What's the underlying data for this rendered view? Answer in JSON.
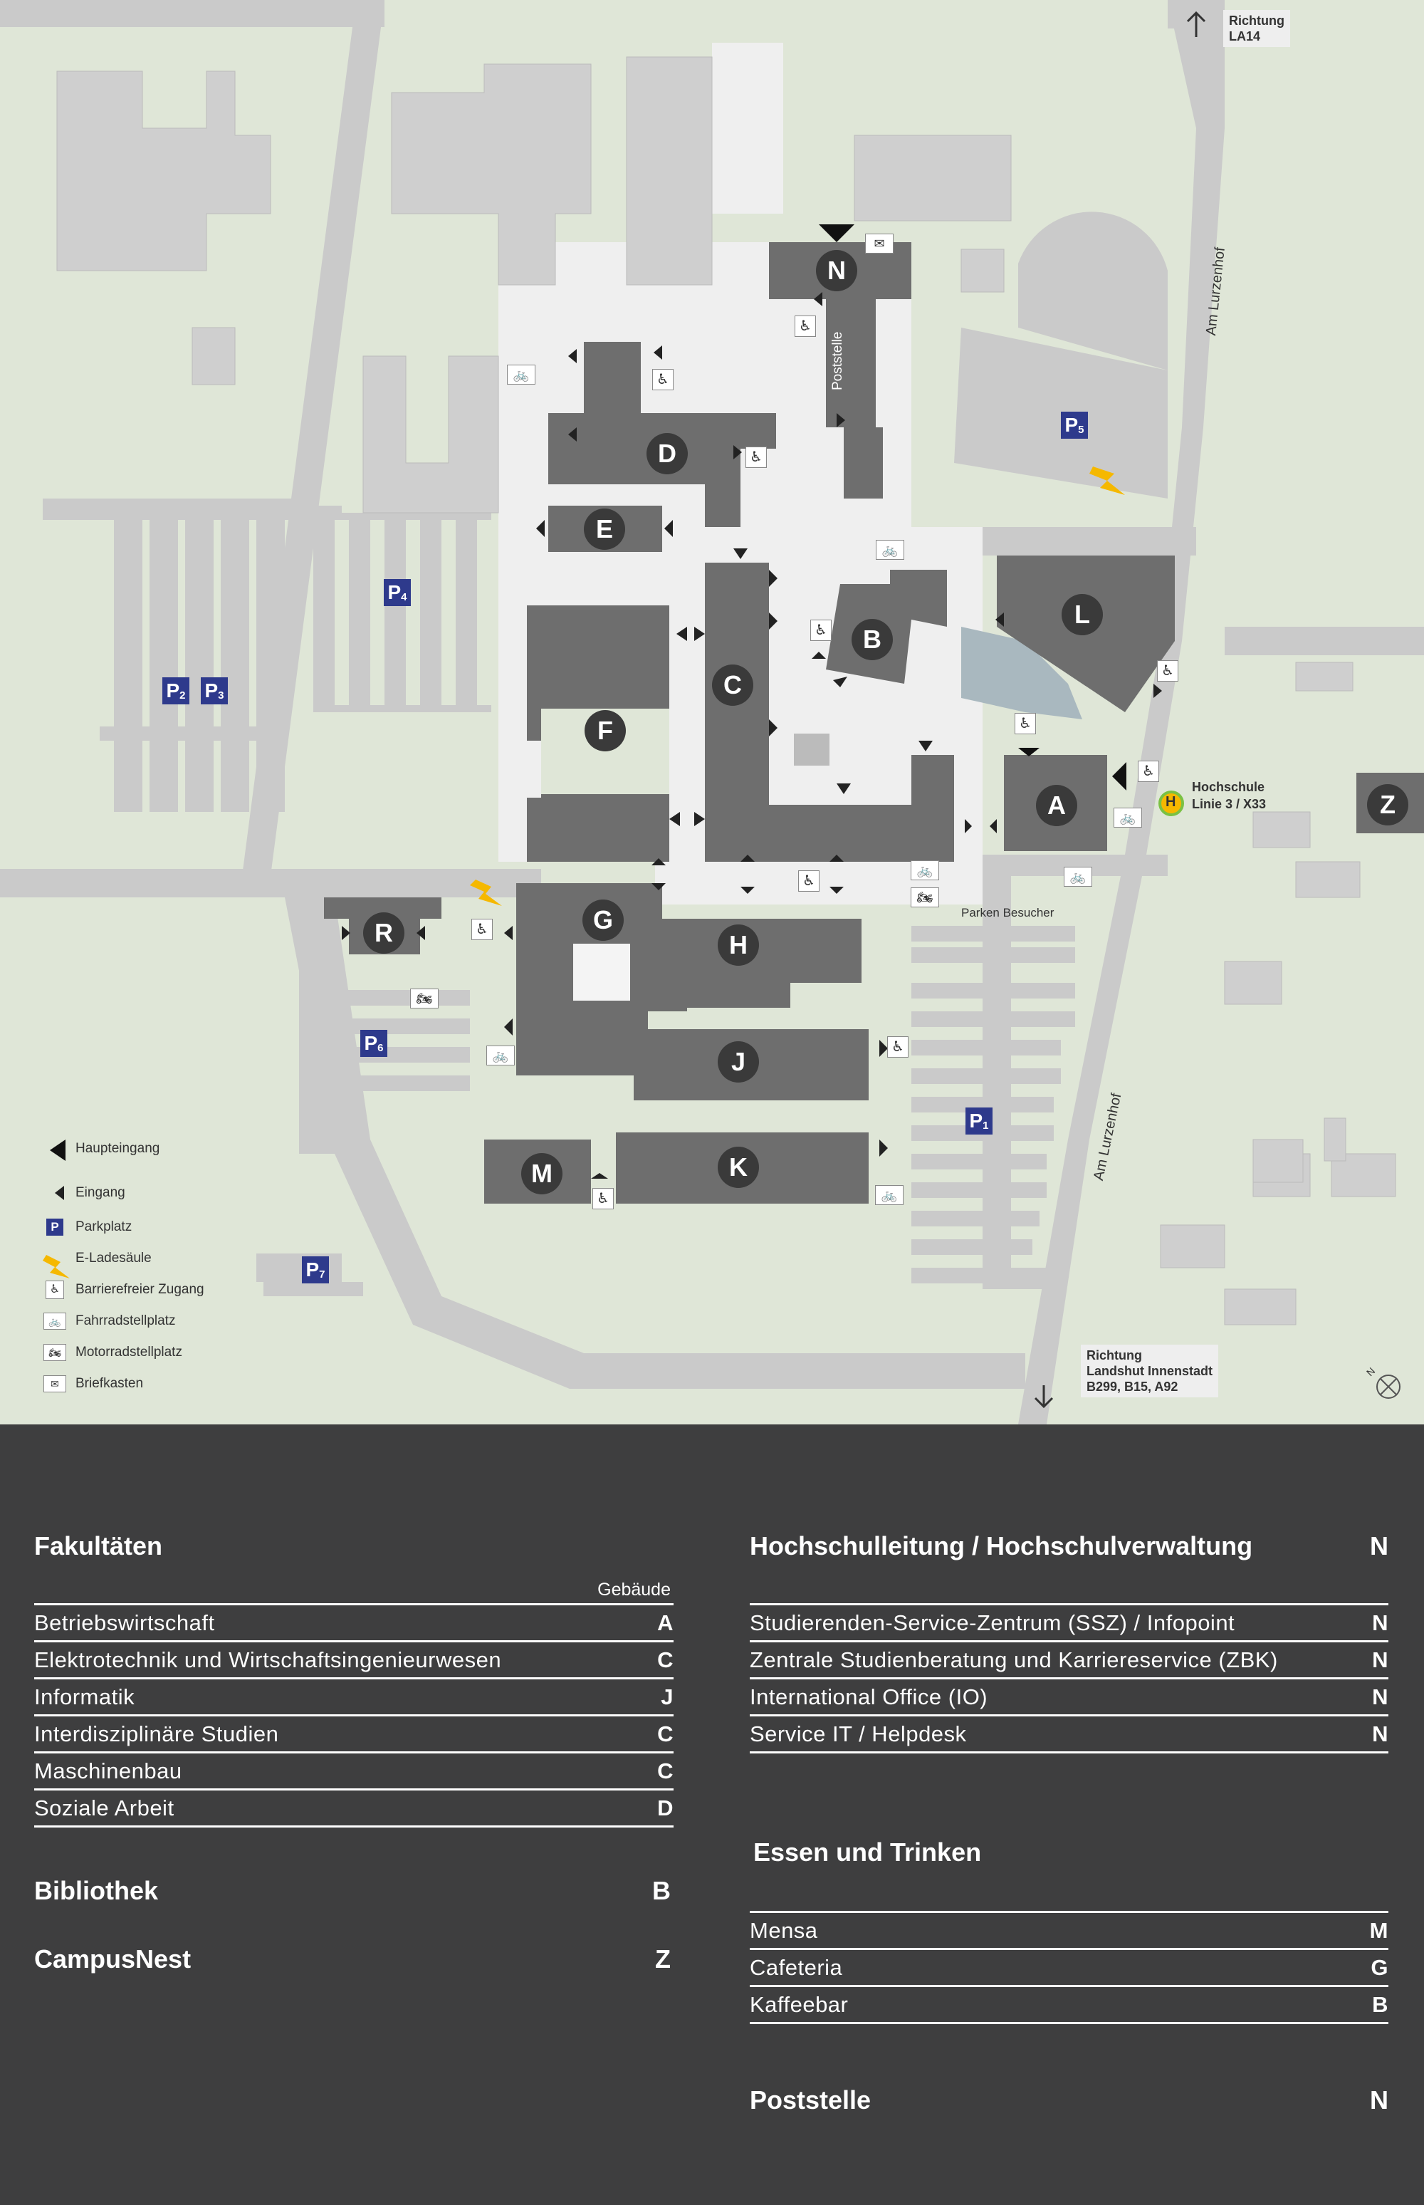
{
  "map": {
    "buildings": [
      "A",
      "B",
      "C",
      "D",
      "E",
      "F",
      "G",
      "H",
      "J",
      "K",
      "L",
      "M",
      "N",
      "R",
      "Z"
    ],
    "street_label_top": "Am Lurzenhof",
    "street_label_bottom": "Am Lurzenhof",
    "poststelle_label": "Poststelle",
    "parking": [
      {
        "letter": "P",
        "num": "1"
      },
      {
        "letter": "P",
        "num": "2"
      },
      {
        "letter": "P",
        "num": "3"
      },
      {
        "letter": "P",
        "num": "4"
      },
      {
        "letter": "P",
        "num": "5"
      },
      {
        "letter": "P",
        "num": "6"
      },
      {
        "letter": "P",
        "num": "7"
      }
    ],
    "visitor_parking": "Parken Besucher",
    "direction_north": {
      "line1": "Richtung",
      "line2": "LA14"
    },
    "direction_south": {
      "line1": "Richtung",
      "line2": "Landshut Innenstadt",
      "line3": "B299, B15, A92"
    },
    "bus_stop": {
      "symbol": "H",
      "line1": "Hochschule",
      "line2": "Linie 3 / X33"
    },
    "north_symbol": "N",
    "legend": [
      {
        "icon": "main-entrance-icon",
        "label": "Haupteingang"
      },
      {
        "icon": "entrance-icon",
        "label": "Eingang"
      },
      {
        "icon": "parking-icon",
        "label": "Parkplatz",
        "symbol": "P"
      },
      {
        "icon": "charging-station-icon",
        "label": "E-Ladesäule"
      },
      {
        "icon": "wheelchair-icon",
        "label": "Barrierefreier Zugang"
      },
      {
        "icon": "bicycle-icon",
        "label": "Fahrradstellplatz"
      },
      {
        "icon": "motorcycle-icon",
        "label": "Motorradstellplatz"
      },
      {
        "icon": "mailbox-icon",
        "label": "Briefkasten"
      }
    ],
    "colors": {
      "building": "#6e6e6e",
      "grass": "#dfe6d7",
      "road": "#cacaca",
      "plaza": "#efefef",
      "parking_badge": "#2e3a8c",
      "charging": "#f5b800",
      "bus": "#7ac143",
      "water": "#a9b8bf"
    }
  },
  "info": {
    "faculties": {
      "title": "Fakultäten",
      "col_header": "Gebäude",
      "rows": [
        {
          "name": "Betriebswirtschaft",
          "building": "A"
        },
        {
          "name": "Elektrotechnik und Wirtschaftsingenieurwesen",
          "building": "C"
        },
        {
          "name": "Informatik",
          "building": "J"
        },
        {
          "name": "Interdisziplinäre Studien",
          "building": "C"
        },
        {
          "name": "Maschinenbau",
          "building": "C"
        },
        {
          "name": "Soziale Arbeit",
          "building": "D"
        }
      ]
    },
    "library": {
      "title": "Bibliothek",
      "building": "B"
    },
    "campusnest": {
      "title": "CampusNest",
      "building": "Z"
    },
    "administration": {
      "title": "Hochschulleitung / Hochschulverwaltung",
      "building": "N",
      "rows": [
        {
          "name": "Studierenden-Service-Zentrum (SSZ) / Infopoint",
          "building": "N"
        },
        {
          "name": "Zentrale Studienberatung und Karriereservice (ZBK)",
          "building": "N"
        },
        {
          "name": "International Office (IO)",
          "building": "N"
        },
        {
          "name": "Service IT / Helpdesk",
          "building": "N"
        }
      ]
    },
    "food": {
      "title": "Essen und Trinken",
      "rows": [
        {
          "name": "Mensa",
          "building": "M"
        },
        {
          "name": "Cafeteria",
          "building": "G"
        },
        {
          "name": "Kaffeebar",
          "building": "B"
        }
      ]
    },
    "post": {
      "title": "Poststelle",
      "building": "N"
    }
  }
}
